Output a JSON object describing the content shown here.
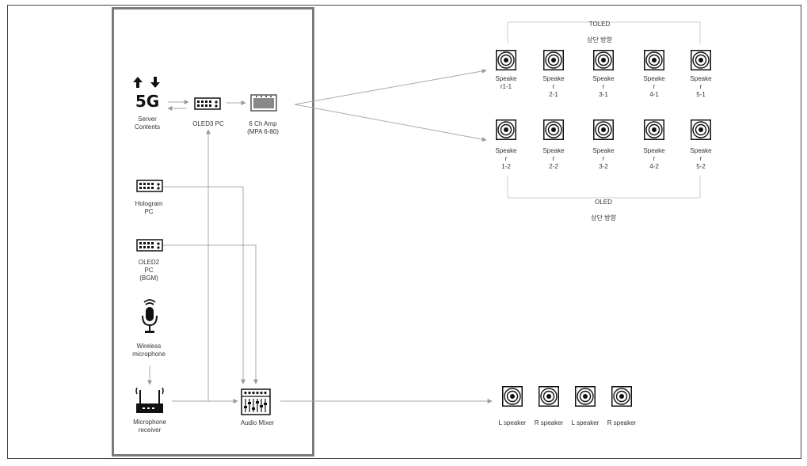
{
  "left_column": {
    "server": {
      "icon": "5g-server-icon",
      "label": "Server\nContents"
    },
    "oled3_pc": {
      "icon": "pc-icon",
      "label": "OLED3 PC"
    },
    "amp": {
      "icon": "amplifier-icon",
      "label": "6 Ch  Amp\n(MPA 6-80)"
    },
    "hologram_pc": {
      "icon": "pc-icon",
      "label": "Hologram\nPC"
    },
    "oled2_pc": {
      "icon": "pc-icon",
      "label": "OLED2\nPC\n(BGM)"
    },
    "wireless_mic": {
      "icon": "microphone-icon",
      "label": "Wireless\nmicrophone"
    },
    "mic_receiver": {
      "icon": "router-icon",
      "label": "Microphone\nreceiver"
    },
    "audio_mixer": {
      "icon": "mixer-icon",
      "label": "Audio  Mixer"
    }
  },
  "top_group": {
    "title_line1": "TOLED",
    "title_line2": "상단 방향"
  },
  "bottom_group": {
    "title_line1": "OLED",
    "title_line2": "상단 방향"
  },
  "speakers_row1": [
    {
      "label": "Speake\nr1-1"
    },
    {
      "label": "Speake\nr\n2-1"
    },
    {
      "label": "Speake\nr\n3-1"
    },
    {
      "label": "Speake\nr\n4-1"
    },
    {
      "label": "Speake\nr\n5-1"
    }
  ],
  "speakers_row2": [
    {
      "label": "Speake\nr\n1-2"
    },
    {
      "label": "Speake\nr\n2-2"
    },
    {
      "label": "Speake\nr\n3-2"
    },
    {
      "label": "Speake\nr\n4-2"
    },
    {
      "label": "Speake\nr\n5-2"
    }
  ],
  "bottom_speakers": [
    {
      "label": "L speaker"
    },
    {
      "label": "R speaker"
    },
    {
      "label": "L speaker"
    },
    {
      "label": "R speaker"
    }
  ]
}
